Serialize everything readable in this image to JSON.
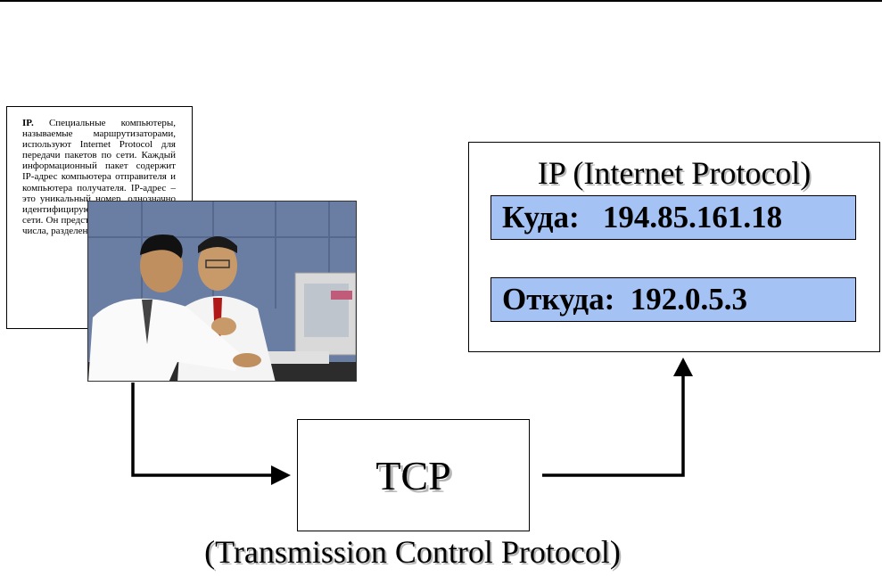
{
  "document": {
    "bold_lead": "IP.",
    "text": " Специальные компьютеры, называемые маршрутизаторами, используют Internet Protocol для передачи пакетов по сети. Каждый информационный пакет содержит IP-адрес компьютера отправителя и компьютера получателя. IP-адрес – это уникальный номер, однозначно идентифицирующий компьютер в сети. Он представляет собой четыре числа, разделенные точками."
  },
  "photo": {
    "description_icon": "people-at-computer-photo"
  },
  "ip_header": {
    "title": "IP (Internet Protocol)",
    "destination": "Куда:   194.85.161.18",
    "source": "Откуда:  192.0.5.3"
  },
  "tcp": {
    "label": "TCP",
    "caption": "(Transmission Control Protocol)"
  },
  "colors": {
    "field_fill": "#a4c2f4",
    "arrow": "#000000"
  }
}
